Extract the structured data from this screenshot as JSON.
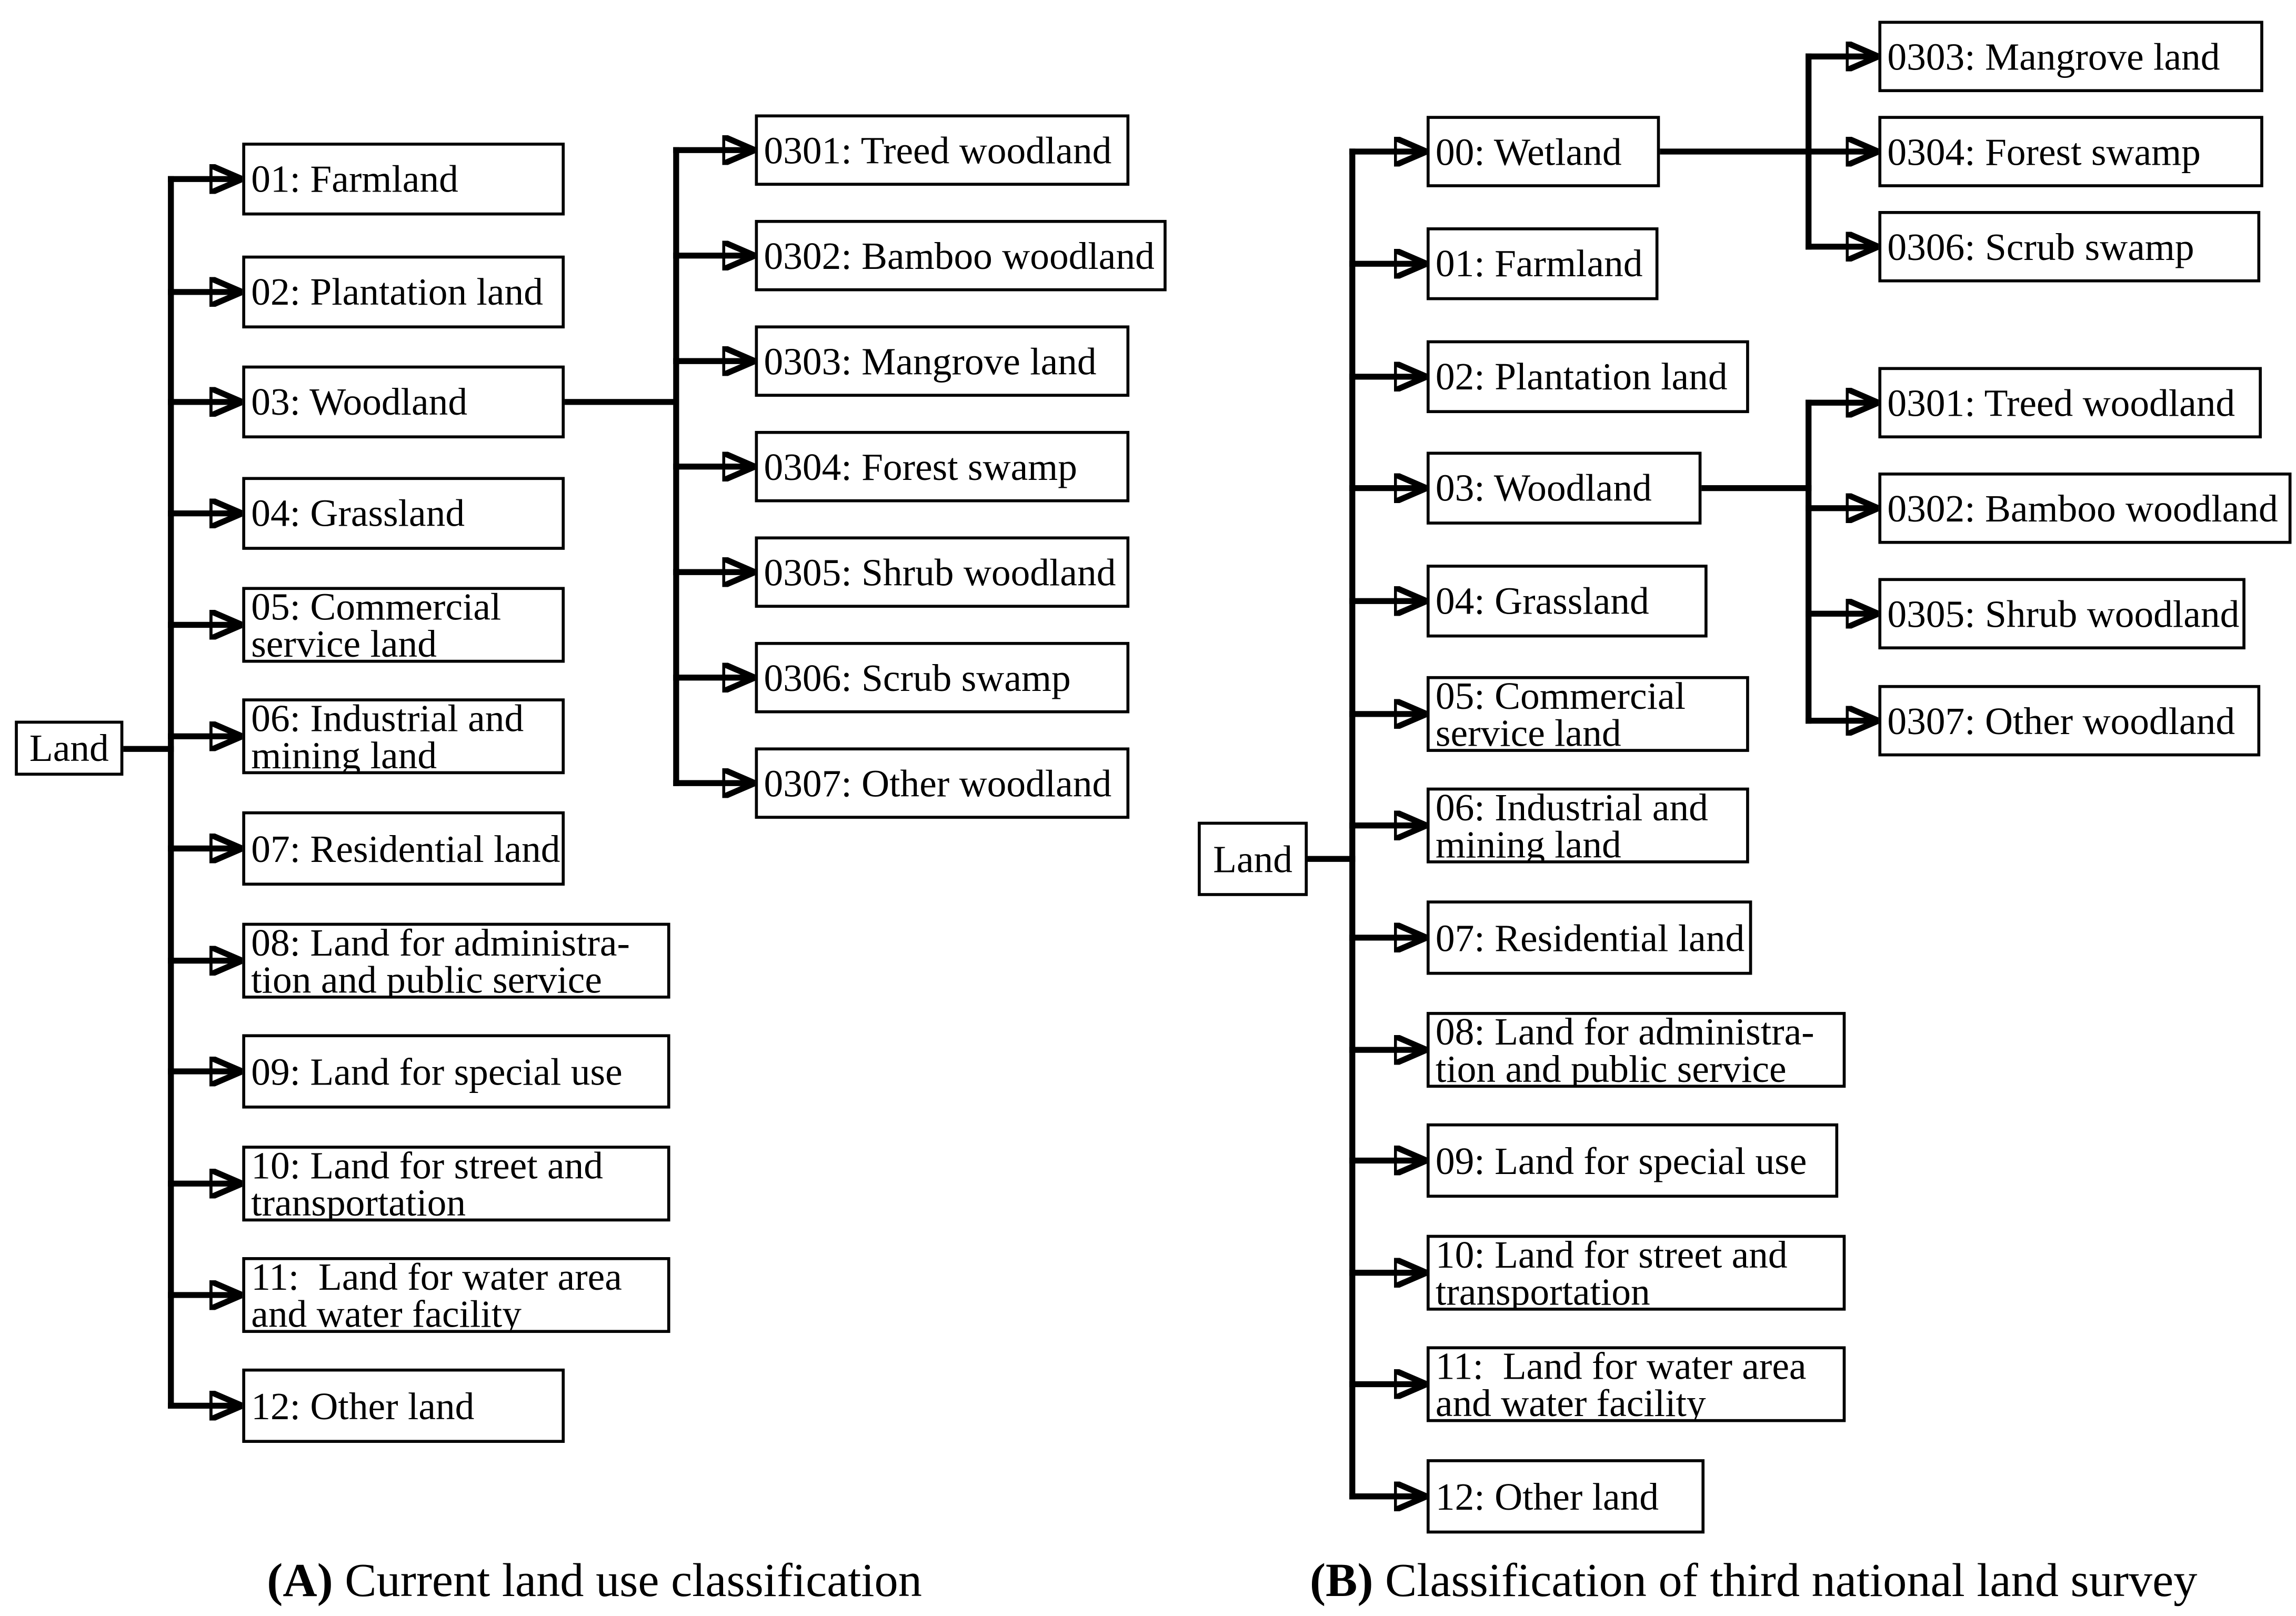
{
  "panels": [
    {
      "root": "Land",
      "caption_prefix": "(A)",
      "caption_text": " Current land use classification",
      "items": [
        "01: Farmland",
        "02: Plantation land",
        "03: Woodland",
        "04: Grassland",
        "05: Commercial\nservice land",
        "06: Industrial and\nmining land",
        "07: Residential land",
        "08: Land for administra-\ntion and public service",
        "09: Land for special use",
        "10: Land for street and\ntransportation",
        "11:  Land for water area\nand water facility",
        "12: Other land"
      ],
      "woodland_children": [
        "0301: Treed woodland",
        "0302: Bamboo woodland",
        "0303: Mangrove land",
        "0304: Forest swamp",
        "0305: Shrub woodland",
        "0306: Scrub swamp",
        "0307: Other woodland"
      ]
    },
    {
      "root": "Land",
      "caption_prefix": "(B)",
      "caption_text": " Classification of third national land survey",
      "items": [
        "00: Wetland",
        "01: Farmland",
        "02: Plantation land",
        "03: Woodland",
        "04: Grassland",
        "05: Commercial\nservice land",
        "06: Industrial and\nmining land",
        "07: Residential land",
        "08: Land for administra-\ntion and public service",
        "09: Land for special use",
        "10: Land for street and\ntransportation",
        "11:  Land for water area\nand water facility",
        "12: Other land"
      ],
      "wetland_children": [
        "0303: Mangrove land",
        "0304: Forest swamp",
        "0306: Scrub swamp"
      ],
      "woodland_children": [
        "0301: Treed woodland",
        "0302: Bamboo woodland",
        "0305: Shrub woodland",
        "0307: Other woodland"
      ]
    }
  ]
}
